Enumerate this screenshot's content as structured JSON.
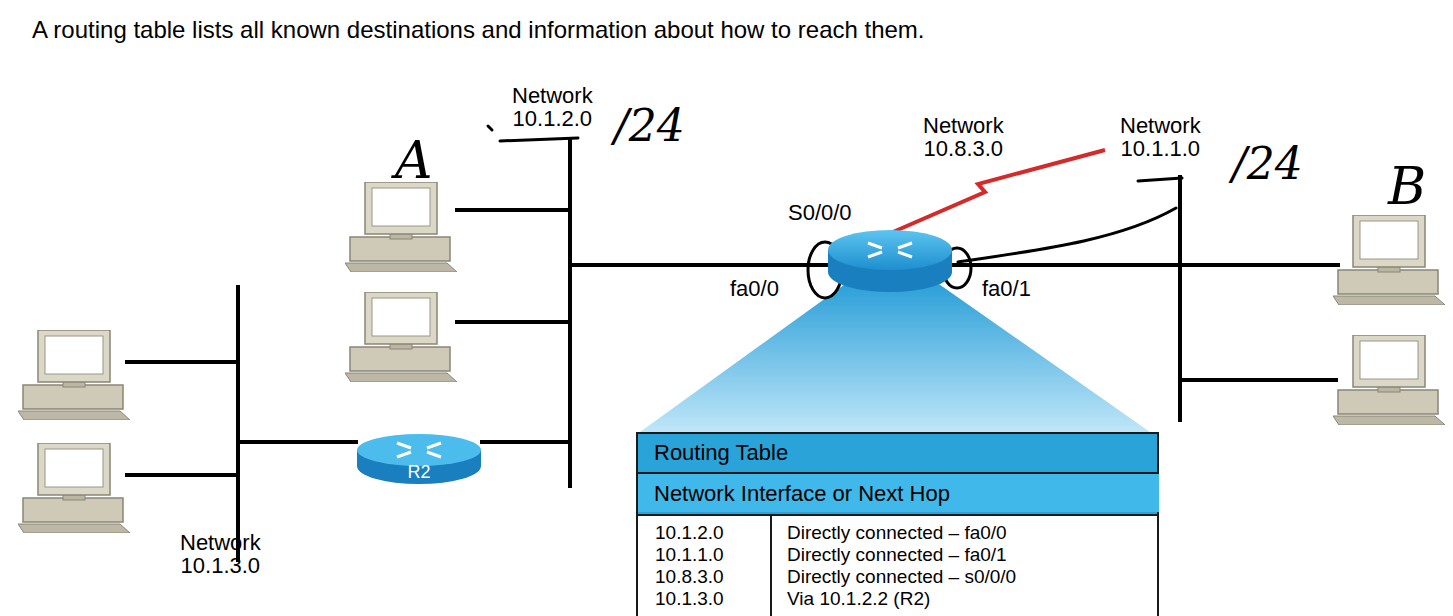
{
  "diagram": {
    "title": "A routing table lists all known destinations and information about how to reach them.",
    "nodes": [
      {
        "text": [
          "Routing Table"
        ]
      },
      {
        "text": [
          "Network Interface or Next Hop"
        ],
        "in": 0
      },
      {
        "text": [
          "R2"
        ]
      }
    ],
    "labels": [
      "Network 10.1.2.0",
      "/24",
      "A",
      "S0/0/0",
      "Network 10.8.3.0",
      "Network 10.1.1.0",
      "/24",
      "B",
      "fa0/0",
      "fa0/1",
      "Network 10.1.3.0",
      "10.1.2.0",
      "Directly connected – fa0/0",
      "10.1.1.0",
      "Directly connected – fa0/1",
      "10.8.3.0",
      "Directly connected – s0/0/0",
      "10.1.3.0",
      "Via 10.1.2.2 (R2)"
    ]
  }
}
